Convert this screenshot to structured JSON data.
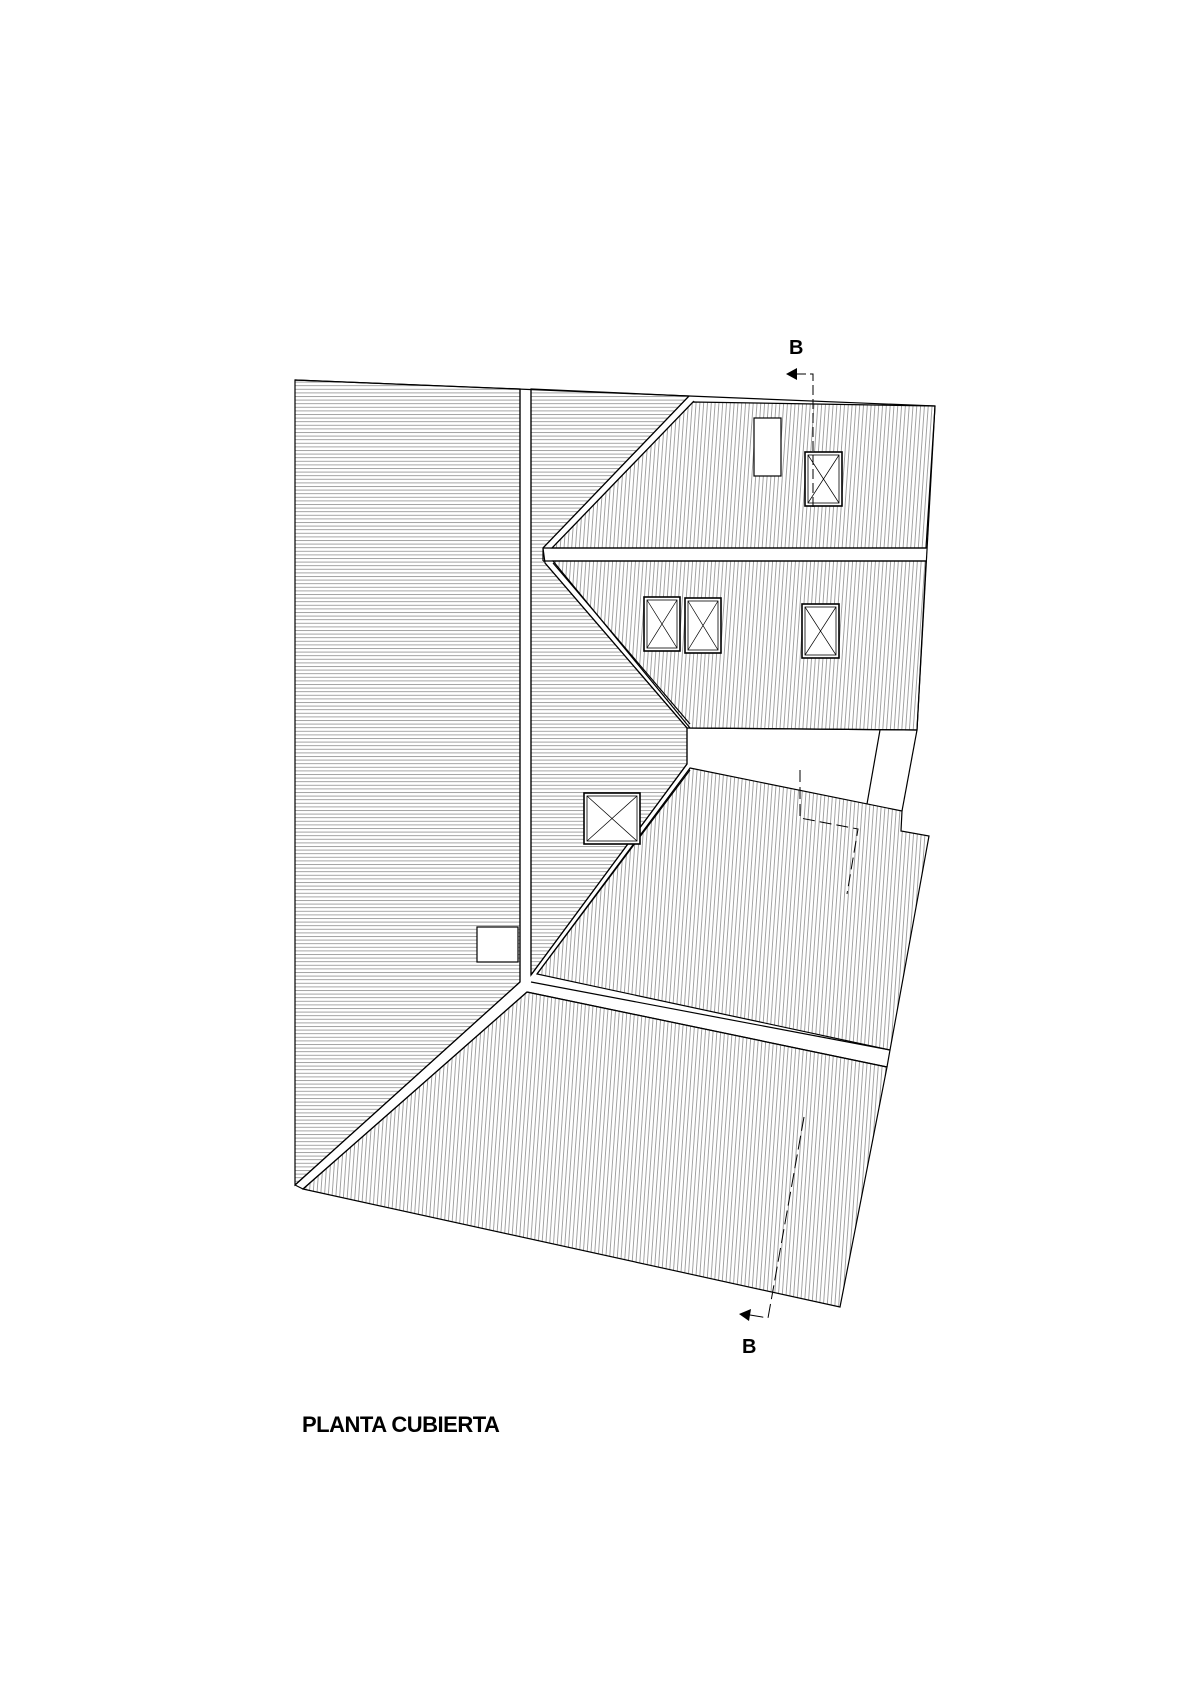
{
  "drawing": {
    "title": "PLANTA CUBIERTA",
    "section_marks": [
      {
        "label": "B",
        "position": "top"
      },
      {
        "label": "B",
        "position": "bottom"
      }
    ],
    "colors": {
      "line": "#000000",
      "hatch": "#9a9a9a",
      "background": "#ffffff"
    }
  }
}
